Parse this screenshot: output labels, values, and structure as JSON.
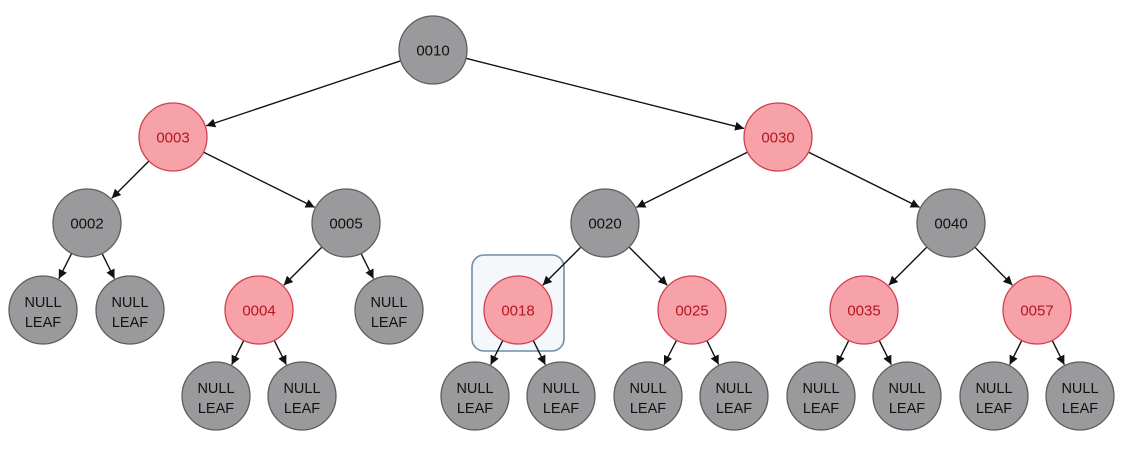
{
  "diagram": {
    "type": "red-black-tree",
    "colors": {
      "black_fill": "#9a9a9d",
      "black_text": "#111111",
      "red_fill": "#f6a2a8",
      "red_stroke": "#d0414f",
      "red_text": "#b3171f",
      "edge": "#111111",
      "selection": "#6f8ea8"
    },
    "leaf_label": [
      "NULL",
      "LEAF"
    ],
    "selected_node": "n18",
    "nodes": [
      {
        "id": "n10",
        "label": "0010",
        "color": "black"
      },
      {
        "id": "n3",
        "label": "0003",
        "color": "red"
      },
      {
        "id": "n30",
        "label": "0030",
        "color": "red"
      },
      {
        "id": "n2",
        "label": "0002",
        "color": "black"
      },
      {
        "id": "n5",
        "label": "0005",
        "color": "black"
      },
      {
        "id": "n20",
        "label": "0020",
        "color": "black"
      },
      {
        "id": "n40",
        "label": "0040",
        "color": "black"
      },
      {
        "id": "n4",
        "label": "0004",
        "color": "red"
      },
      {
        "id": "n18",
        "label": "0018",
        "color": "red"
      },
      {
        "id": "n25",
        "label": "0025",
        "color": "red"
      },
      {
        "id": "n35",
        "label": "0035",
        "color": "red"
      },
      {
        "id": "n57",
        "label": "0057",
        "color": "red"
      },
      {
        "id": "l2a",
        "leaf": true
      },
      {
        "id": "l2b",
        "leaf": true
      },
      {
        "id": "l5b",
        "leaf": true
      },
      {
        "id": "l4a",
        "leaf": true
      },
      {
        "id": "l4b",
        "leaf": true
      },
      {
        "id": "l18a",
        "leaf": true
      },
      {
        "id": "l18b",
        "leaf": true
      },
      {
        "id": "l25a",
        "leaf": true
      },
      {
        "id": "l25b",
        "leaf": true
      },
      {
        "id": "l35a",
        "leaf": true
      },
      {
        "id": "l35b",
        "leaf": true
      },
      {
        "id": "l57a",
        "leaf": true
      },
      {
        "id": "l57b",
        "leaf": true
      }
    ],
    "edges": [
      [
        "n10",
        "n3"
      ],
      [
        "n10",
        "n30"
      ],
      [
        "n3",
        "n2"
      ],
      [
        "n3",
        "n5"
      ],
      [
        "n30",
        "n20"
      ],
      [
        "n30",
        "n40"
      ],
      [
        "n2",
        "l2a"
      ],
      [
        "n2",
        "l2b"
      ],
      [
        "n5",
        "n4"
      ],
      [
        "n5",
        "l5b"
      ],
      [
        "n4",
        "l4a"
      ],
      [
        "n4",
        "l4b"
      ],
      [
        "n20",
        "n18"
      ],
      [
        "n20",
        "n25"
      ],
      [
        "n40",
        "n35"
      ],
      [
        "n40",
        "n57"
      ],
      [
        "n18",
        "l18a"
      ],
      [
        "n18",
        "l18b"
      ],
      [
        "n25",
        "l25a"
      ],
      [
        "n25",
        "l25b"
      ],
      [
        "n35",
        "l35a"
      ],
      [
        "n35",
        "l35b"
      ],
      [
        "n57",
        "l57a"
      ],
      [
        "n57",
        "l57b"
      ]
    ]
  }
}
